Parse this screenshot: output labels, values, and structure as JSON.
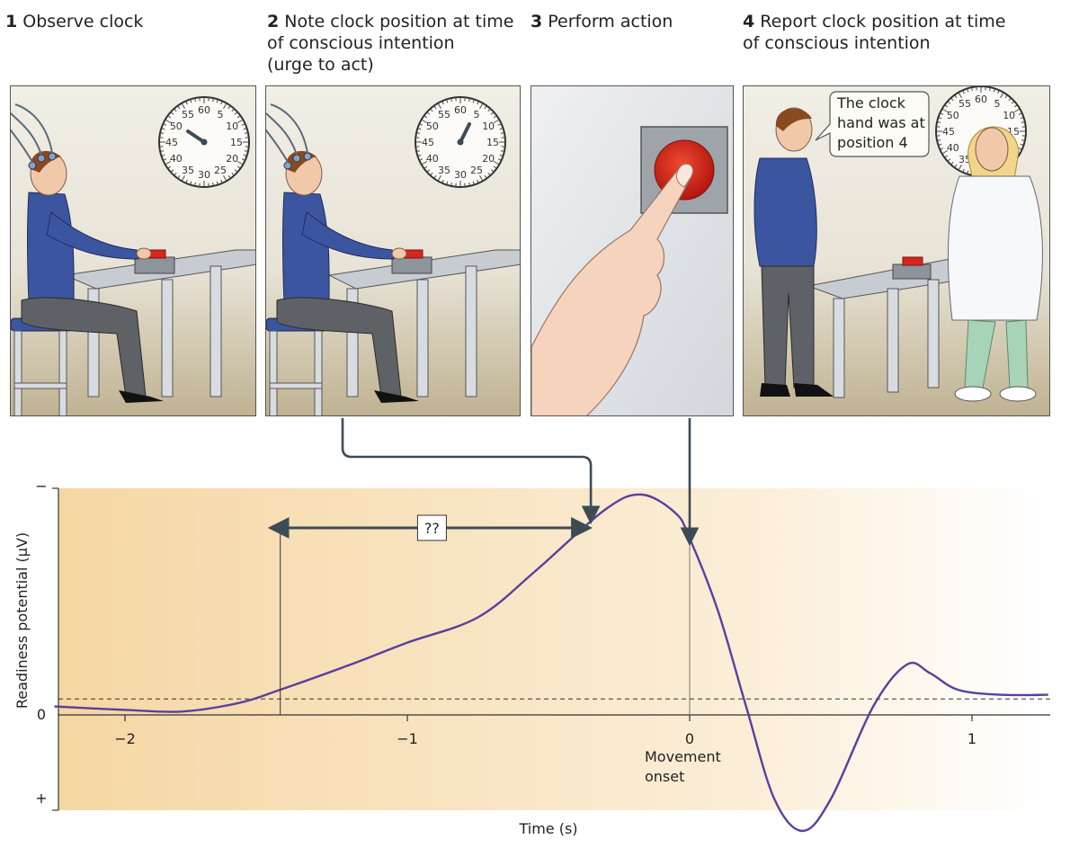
{
  "steps": [
    {
      "num": "1",
      "line1": "Observe clock",
      "line2": "",
      "line3": ""
    },
    {
      "num": "2",
      "line1": "Note clock position at time",
      "line2": "of conscious intention",
      "line3": "(urge to act)"
    },
    {
      "num": "3",
      "line1": "Perform action",
      "line2": "",
      "line3": ""
    },
    {
      "num": "4",
      "line1": "Report clock position at time",
      "line2": "of conscious intention",
      "line3": ""
    }
  ],
  "clock_numbers": [
    "60",
    "5",
    "10",
    "15",
    "20",
    "25",
    "30",
    "35",
    "40",
    "45",
    "50",
    "55"
  ],
  "speech_bubble": {
    "line1": "The clock",
    "line2": "hand was at",
    "line3": "position 4"
  },
  "interval_label": "??",
  "movement_label": {
    "line1": "Movement",
    "line2": "onset"
  },
  "colors": {
    "curve": "#5b3f9e",
    "arrow": "#3d4b55",
    "button": "#d8261c",
    "jacket": "#3c55a0",
    "background_gradient": "#f6d9a6"
  },
  "chart_data": {
    "type": "line",
    "xlabel": "Time (s)",
    "ylabel": "Readiness potential (µV)",
    "xlim": [
      -2.25,
      1.27
    ],
    "x_ticks": [
      "−2",
      "−1",
      "0",
      "1"
    ],
    "x_tick_values": [
      -2,
      -1,
      0,
      1
    ],
    "y_ticks": [
      "−",
      "0",
      "+"
    ],
    "y_inverted": true,
    "series": [
      {
        "points": [
          [
            -2.25,
            0.05
          ],
          [
            -2.0,
            0.03
          ],
          [
            -1.8,
            0.02
          ],
          [
            -1.6,
            0.07
          ],
          [
            -1.45,
            0.15
          ],
          [
            -1.2,
            0.3
          ],
          [
            -1.0,
            0.43
          ],
          [
            -0.75,
            0.58
          ],
          [
            -0.55,
            0.85
          ],
          [
            -0.3,
            1.22
          ],
          [
            -0.17,
            1.31
          ],
          [
            -0.05,
            1.2
          ],
          [
            0.0,
            1.05
          ],
          [
            0.1,
            0.62
          ],
          [
            0.2,
            0.05
          ],
          [
            0.3,
            -0.5
          ],
          [
            0.4,
            -0.69
          ],
          [
            0.5,
            -0.5
          ],
          [
            0.65,
            0.05
          ],
          [
            0.77,
            0.3
          ],
          [
            0.85,
            0.25
          ],
          [
            0.95,
            0.15
          ],
          [
            1.1,
            0.12
          ],
          [
            1.27,
            0.12
          ]
        ]
      }
    ],
    "baseline_dashed": 0.095,
    "markers": [
      {
        "x": -1.45,
        "label": "??",
        "interval_to": -0.35
      },
      {
        "x": -0.35,
        "source": "step 2"
      },
      {
        "x": 0.0,
        "label": "Movement onset",
        "source": "step 3"
      }
    ]
  }
}
